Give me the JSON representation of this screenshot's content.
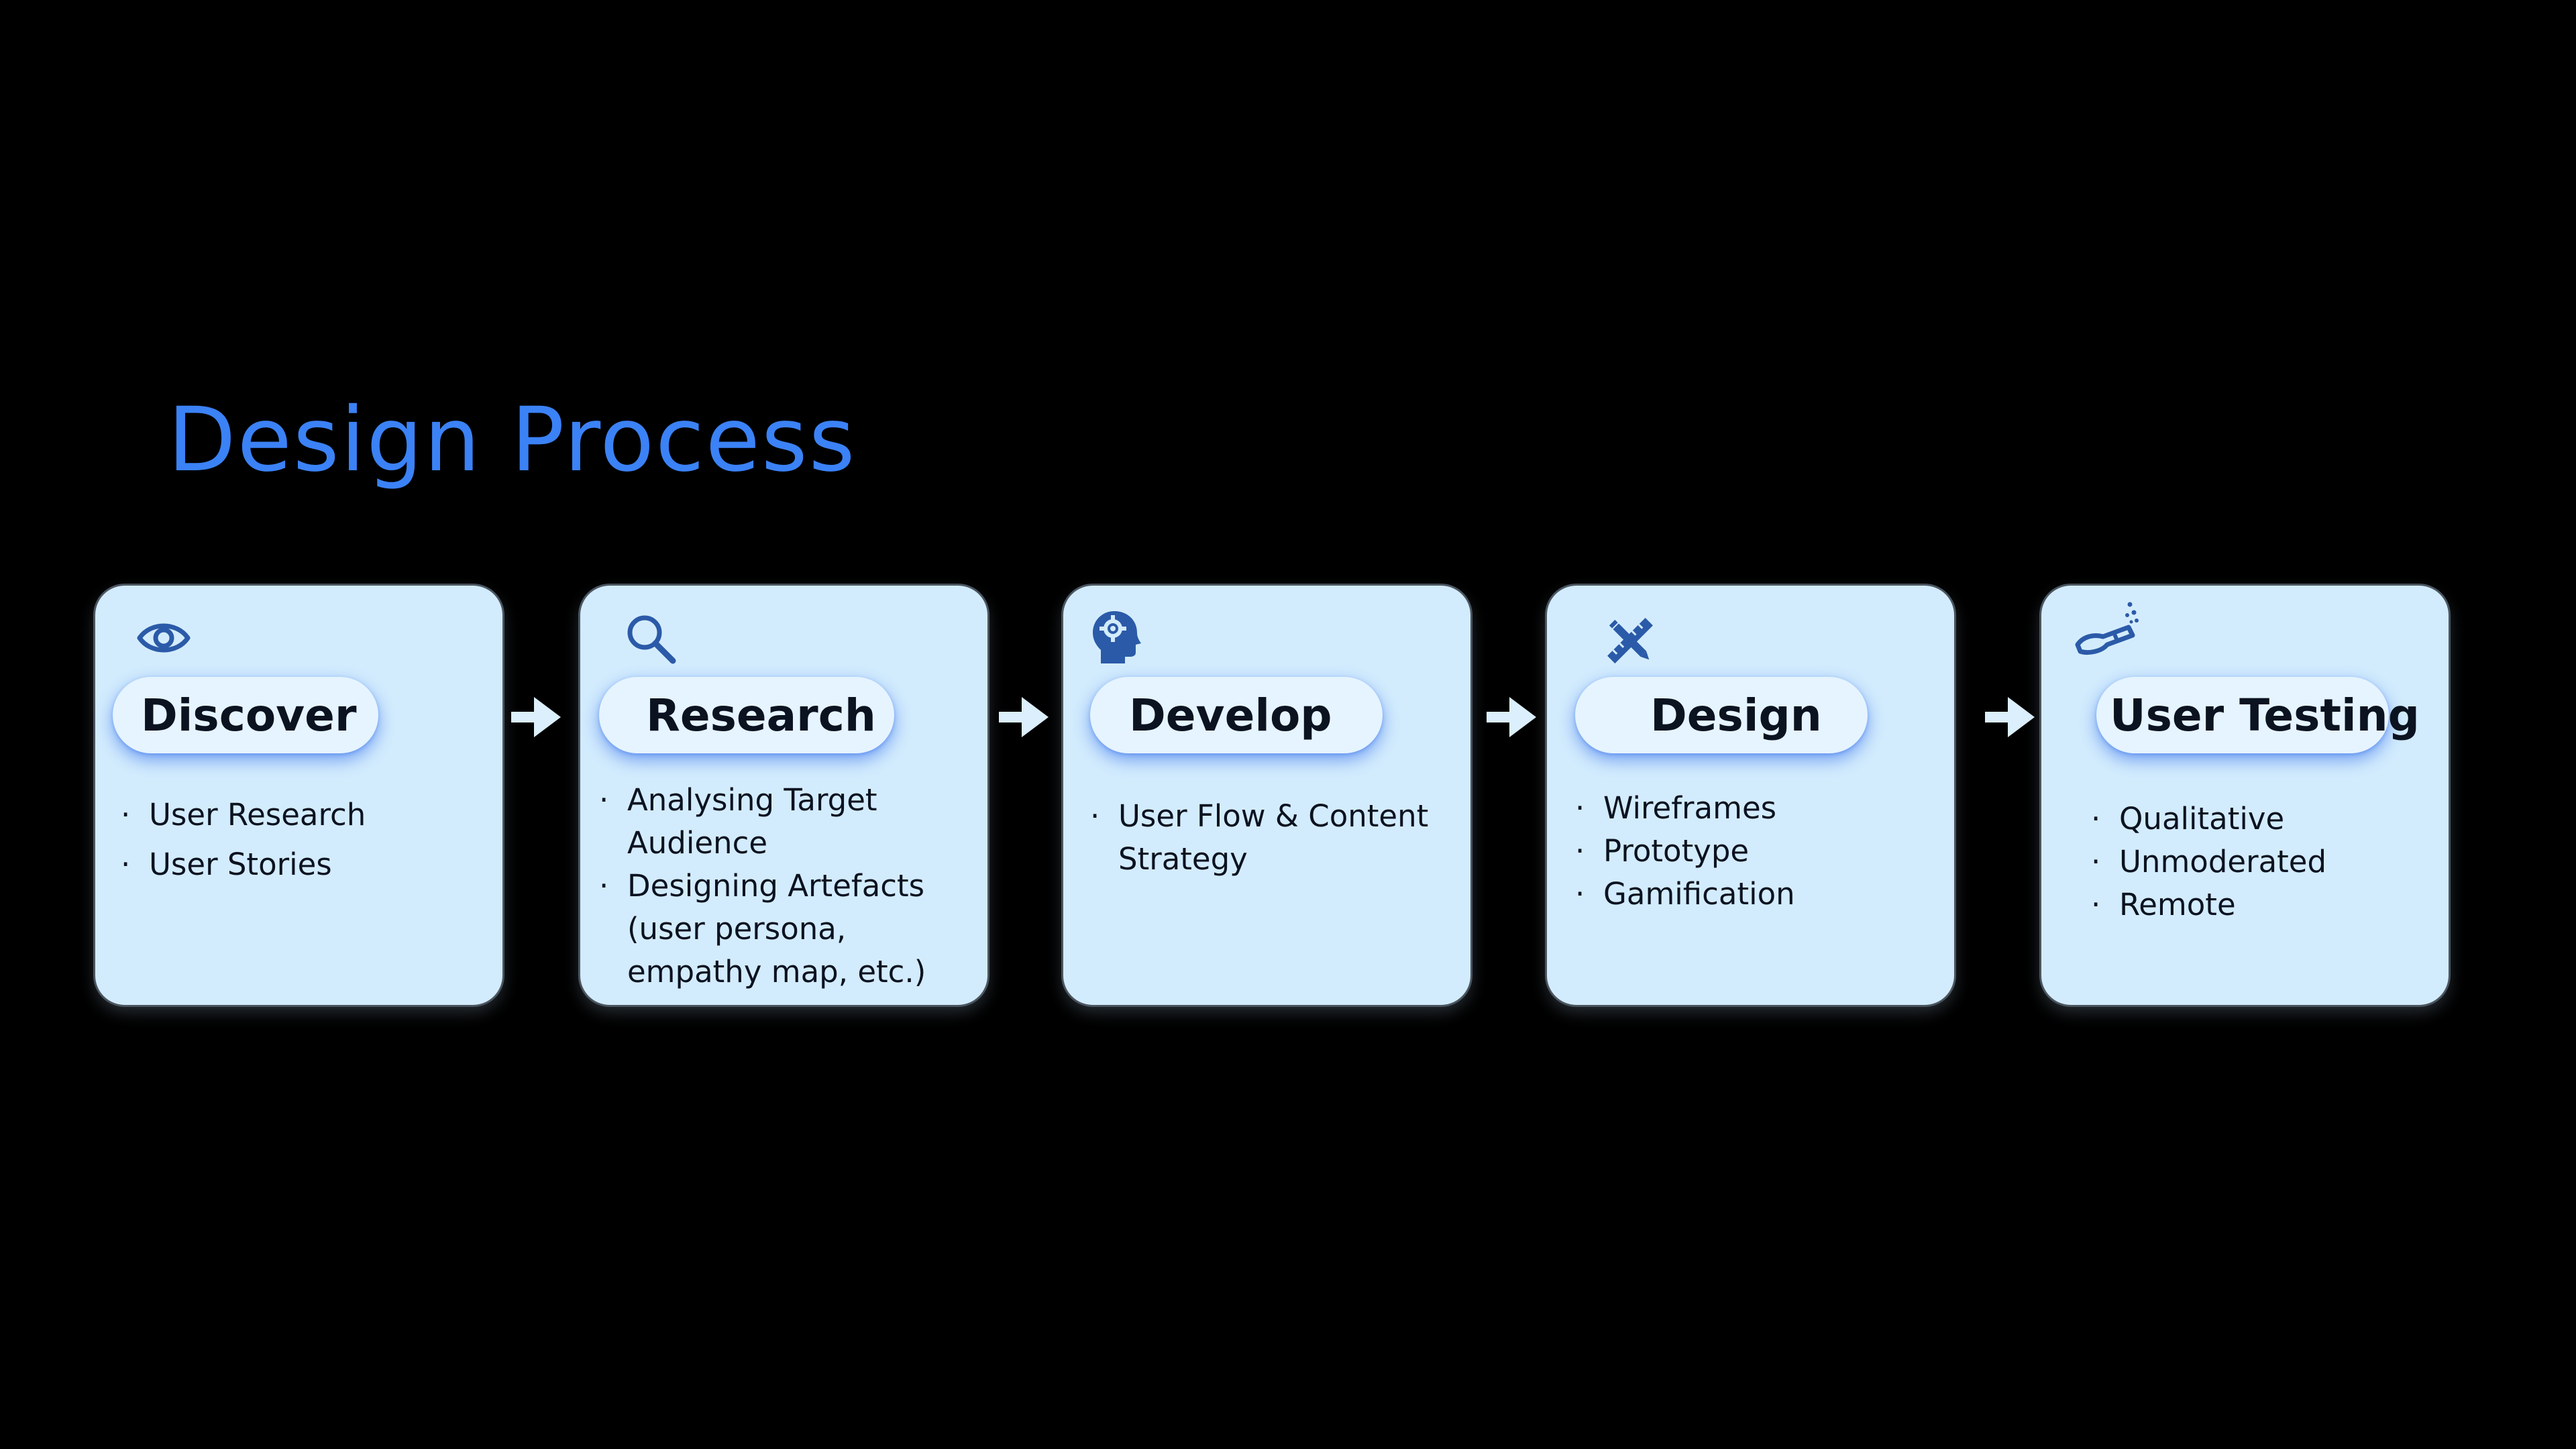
{
  "title": "Design Process",
  "colors": {
    "title": "#3b82f6",
    "card_bg": "#d3ecfd",
    "pill_bg": "#e6f4ff",
    "icon": "#2b5aa8",
    "arrow": "#dbeffc",
    "background": "#000000"
  },
  "steps": [
    {
      "label": "Discover",
      "icon": "eye-icon",
      "items": [
        "User Research",
        "User Stories"
      ]
    },
    {
      "label": "Research",
      "icon": "magnifier-icon",
      "items": [
        "Analysing Target Audience",
        "Designing Artefacts (user persona, empathy map, etc.)"
      ]
    },
    {
      "label": "Develop",
      "icon": "head-gear-icon",
      "items": [
        "User Flow & Content Strategy"
      ]
    },
    {
      "label": "Design",
      "icon": "design-tools-icon",
      "items": [
        "Wireframes",
        "Prototype",
        "Gamification"
      ]
    },
    {
      "label": "User Testing",
      "icon": "testing-tool-icon",
      "items": [
        "Qualitative",
        "Unmoderated",
        "Remote"
      ]
    }
  ]
}
